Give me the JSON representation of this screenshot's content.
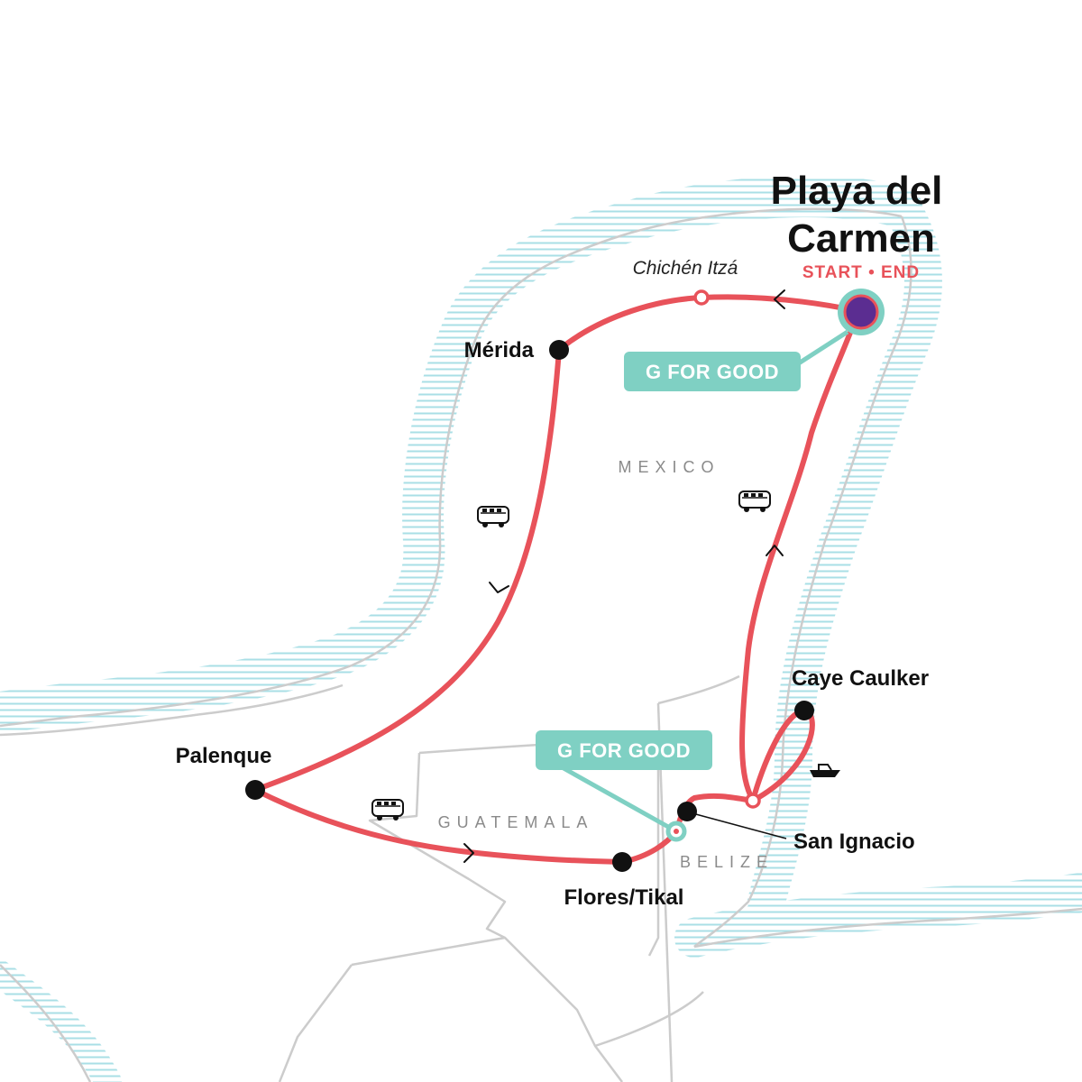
{
  "map": {
    "start_end_city": "Playa del Carmen",
    "start_end_city_line1": "Playa del",
    "start_end_city_line2": "Carmen",
    "start_end_tag": "START • END",
    "poi": "Chichén Itzá",
    "g_for_good_label": "G FOR GOOD",
    "stops": {
      "merida": "Mérida",
      "palenque": "Palenque",
      "flores": "Flores/Tikal",
      "san_ignacio": "San Ignacio",
      "caye_caulker": "Caye Caulker"
    },
    "countries": {
      "mexico": "MEXICO",
      "guatemala": "GUATEMALA",
      "belize": "BELIZE"
    }
  },
  "colors": {
    "route": "#e8525a",
    "highlight": "#7fd0c3",
    "start_dot": "#5b2d91",
    "stop_dot": "#111111",
    "coast_hatch": "#a9dfe6",
    "border": "#cccccc"
  },
  "icons": [
    "bus-icon",
    "bus-icon",
    "bus-icon",
    "boat-icon",
    "chevron-arrow-icon"
  ]
}
